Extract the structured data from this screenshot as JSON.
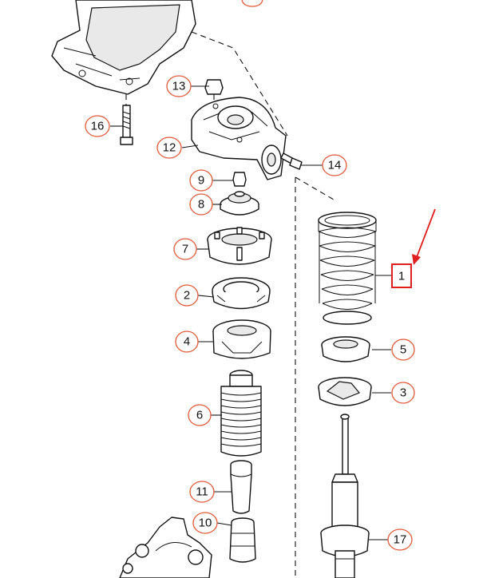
{
  "callouts": [
    {
      "id": "13",
      "label": "13"
    },
    {
      "id": "16",
      "label": "16"
    },
    {
      "id": "12",
      "label": "12"
    },
    {
      "id": "14",
      "label": "14"
    },
    {
      "id": "9",
      "label": "9"
    },
    {
      "id": "8",
      "label": "8"
    },
    {
      "id": "7",
      "label": "7"
    },
    {
      "id": "2",
      "label": "2"
    },
    {
      "id": "4",
      "label": "4"
    },
    {
      "id": "6",
      "label": "6"
    },
    {
      "id": "11",
      "label": "11"
    },
    {
      "id": "10",
      "label": "10"
    },
    {
      "id": "5",
      "label": "5"
    },
    {
      "id": "3",
      "label": "3"
    },
    {
      "id": "17",
      "label": "17"
    }
  ],
  "highlighted_part": {
    "label": "1"
  },
  "colors": {
    "callout_ring": "#e05a3a",
    "highlight": "#e02020",
    "line": "#111111"
  }
}
